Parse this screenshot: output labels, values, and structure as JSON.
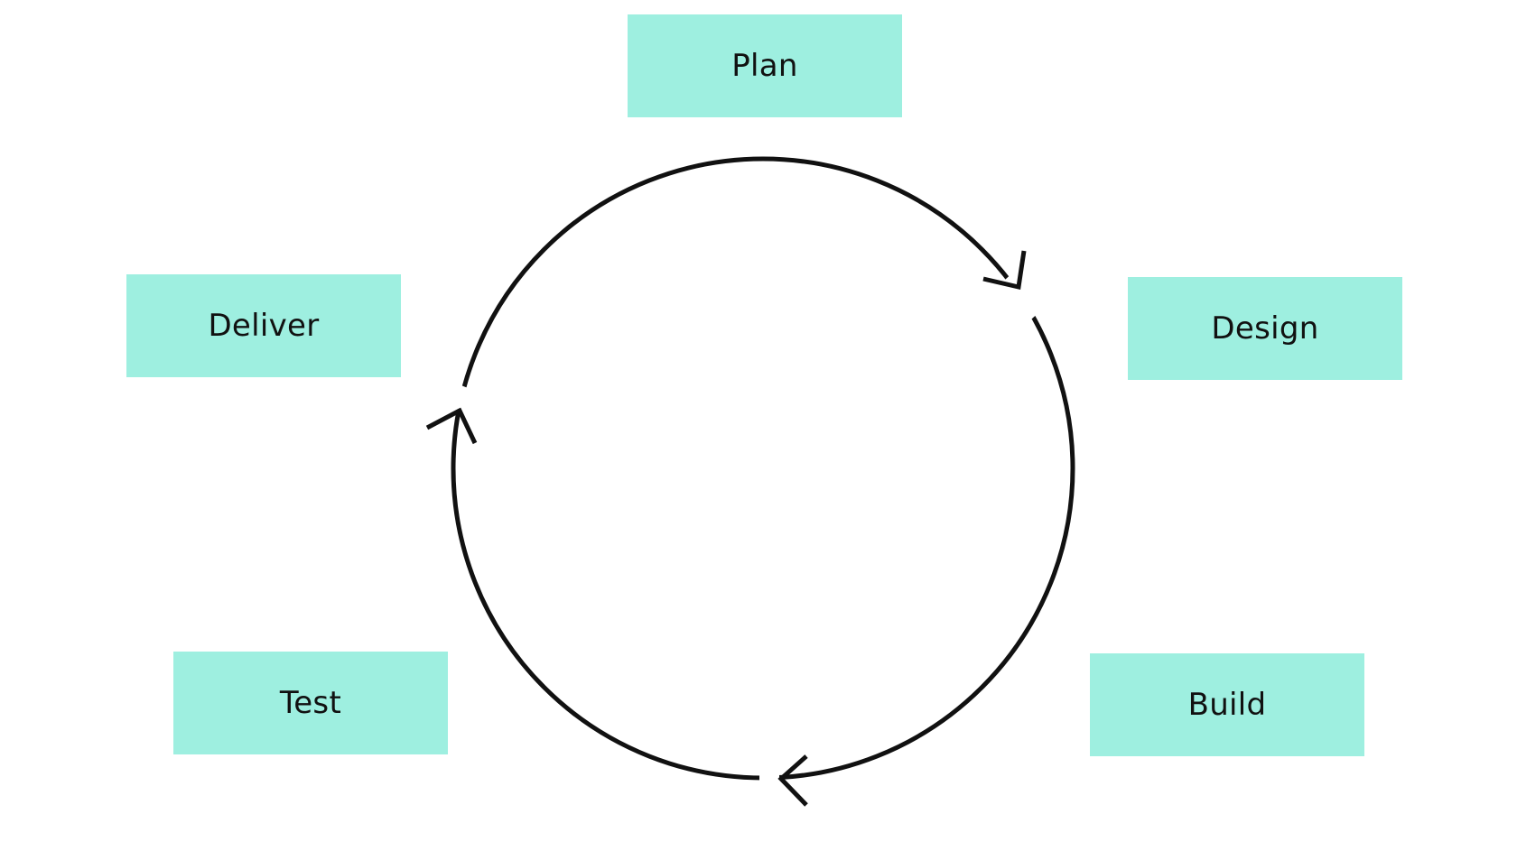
{
  "colors": {
    "box_fill": "#9eefe0",
    "stroke": "#111111",
    "background": "#ffffff",
    "text": "#111111"
  },
  "stages": {
    "plan": {
      "label": "Plan"
    },
    "design": {
      "label": "Design"
    },
    "build": {
      "label": "Build"
    },
    "test": {
      "label": "Test"
    },
    "deliver": {
      "label": "Deliver"
    }
  },
  "cycle": {
    "direction": "clockwise",
    "arrowheads": 3
  }
}
